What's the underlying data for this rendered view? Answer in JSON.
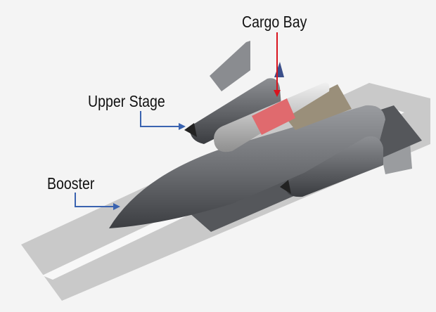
{
  "labels": {
    "cargo_bay": "Cargo Bay",
    "upper_stage": "Upper Stage",
    "booster": "Booster"
  },
  "colors": {
    "background": "#f4f4f4",
    "cargo_arrow": "#d9141e",
    "leader_arrow": "#3a63b0",
    "cargo_section": "#e06a6e",
    "booster_body": "#6e7074"
  }
}
